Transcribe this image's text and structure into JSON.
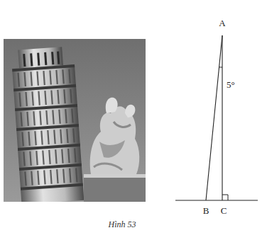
{
  "diagram": {
    "caption": "Hình 53",
    "labels": [
      "A",
      "5°",
      "B",
      "C"
    ]
  }
}
